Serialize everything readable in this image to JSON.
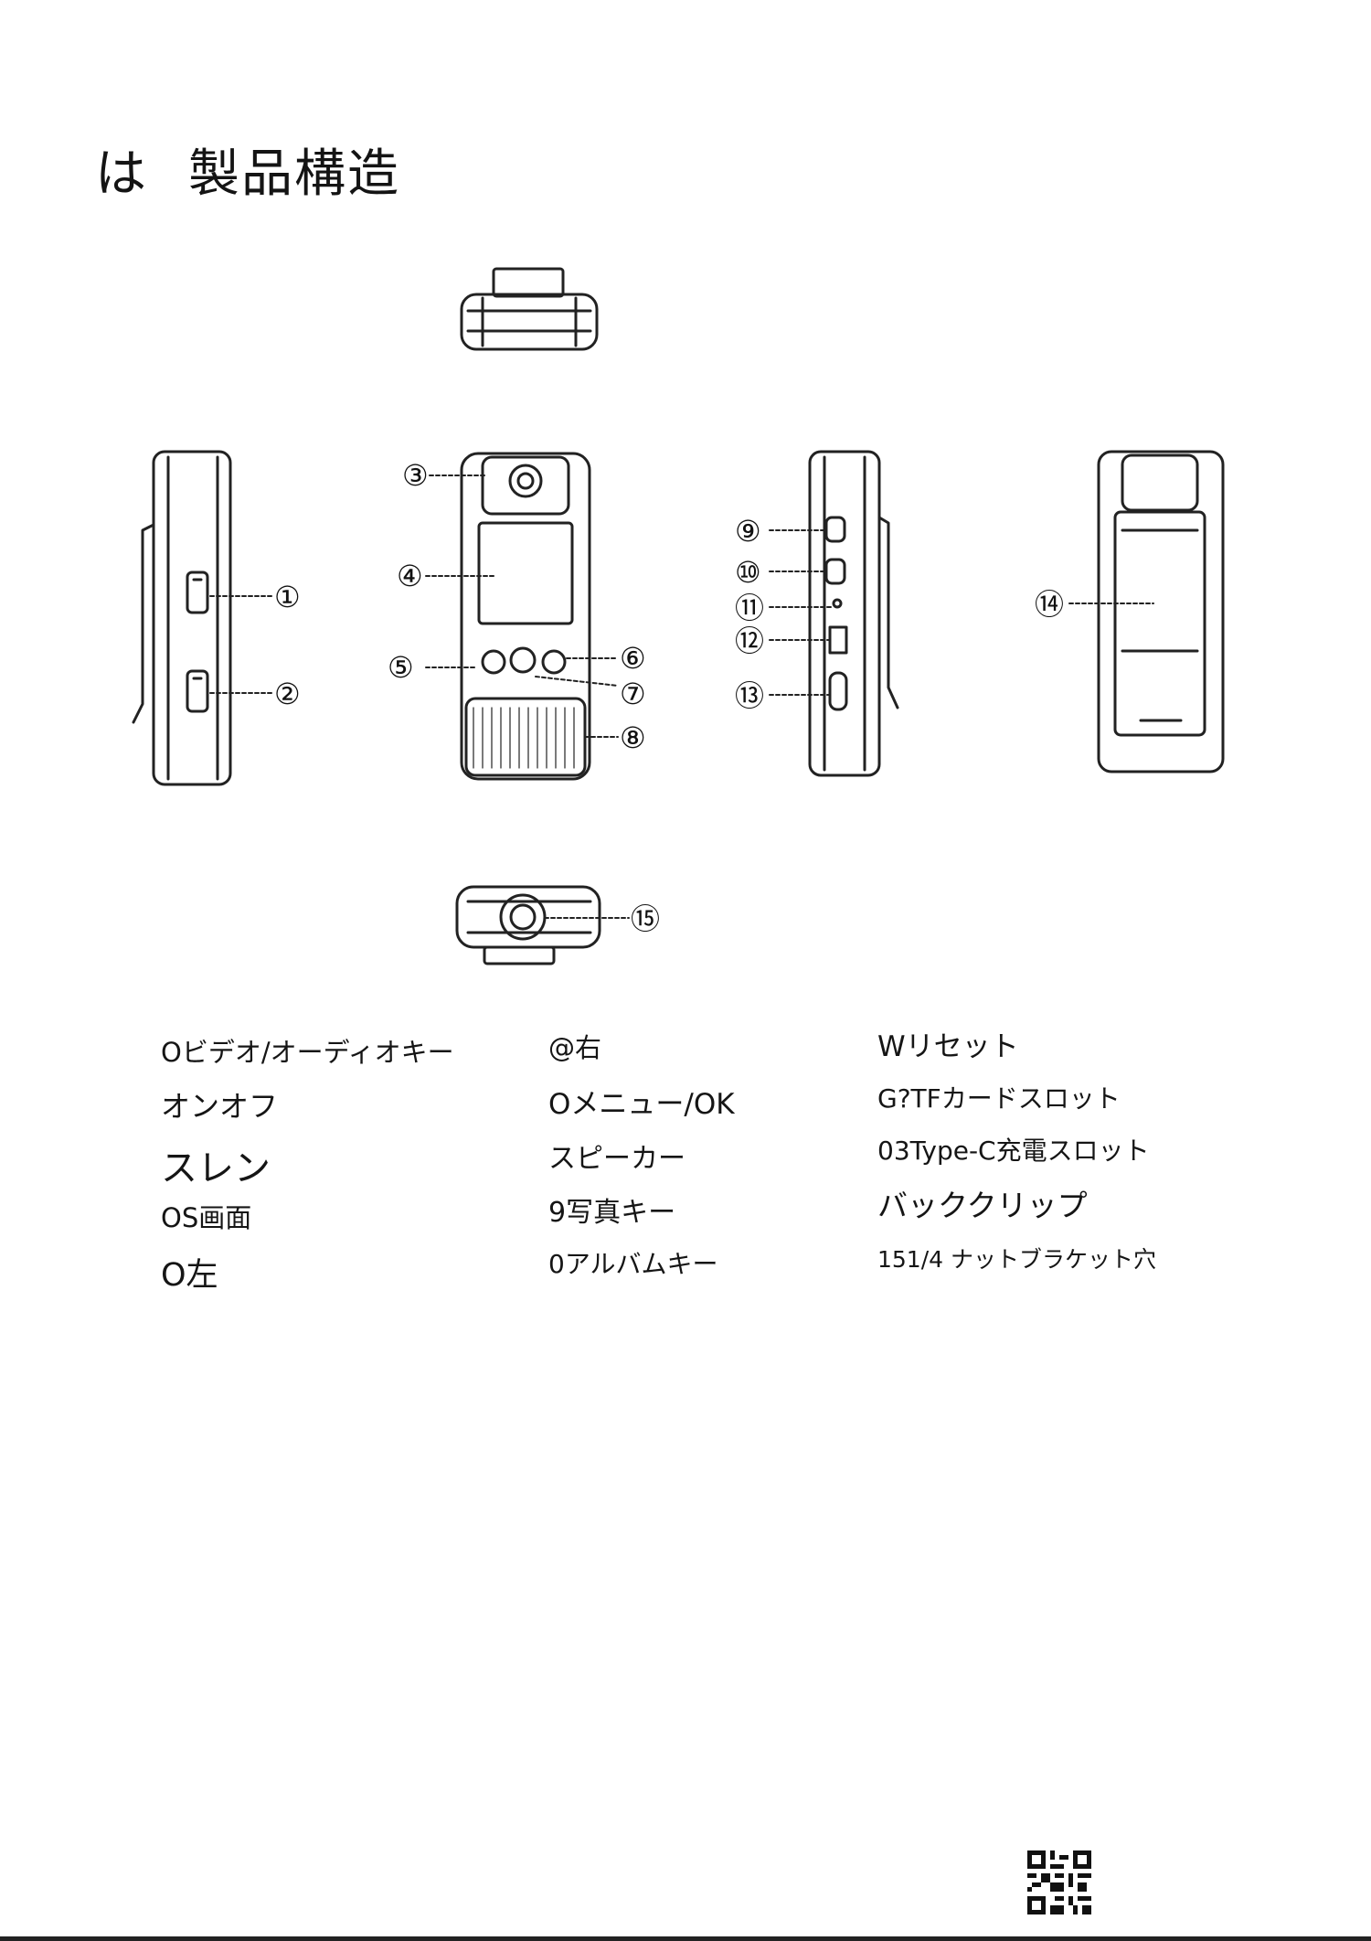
{
  "heading": {
    "number": "は",
    "title": "製品構造"
  },
  "callouts": [
    "③",
    "④",
    "⑤",
    "⑥",
    "⑦",
    "⑧",
    "①",
    "②",
    "⑨",
    "⑩",
    "⑪",
    "⑫",
    "⑬",
    "⑭",
    "⑮"
  ],
  "labels": {
    "col1": [
      "Oビデオ/オーディオキー",
      "オンオフ",
      "スレン",
      "OS画面",
      "O左"
    ],
    "col2": [
      "@右",
      "Oメニュー/OK",
      "スピーカー",
      "9写真キー",
      "0アルバムキー"
    ],
    "col3": [
      "Wリセット",
      "G?TFカードスロット",
      "03Type-C充電スロット",
      "バッククリップ",
      "151/4 ナットブラケット穴"
    ]
  },
  "icons": {
    "qr": "qr-code-icon"
  }
}
